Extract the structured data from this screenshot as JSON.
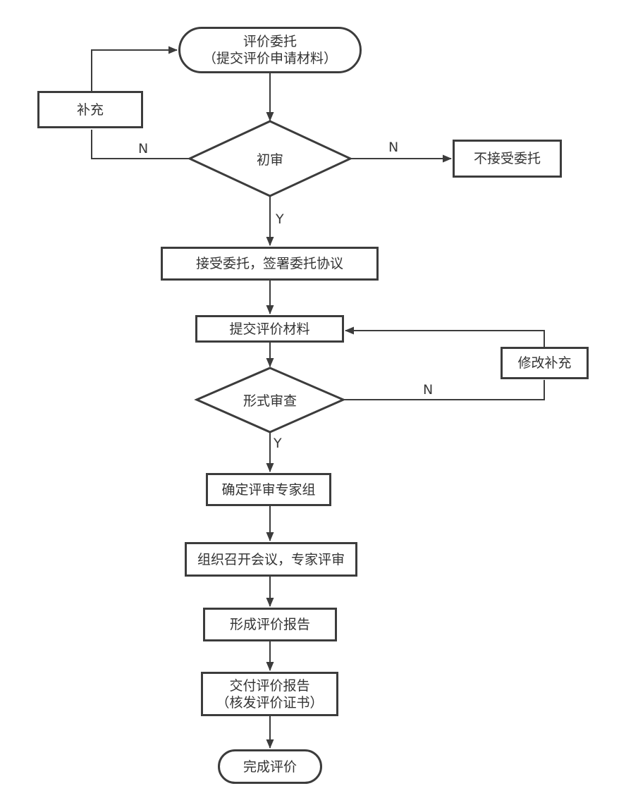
{
  "diagram": {
    "nodes": {
      "start": {
        "type": "terminator",
        "lines": [
          "评价委托",
          "（提交评价申请材料）"
        ]
      },
      "supplement": {
        "type": "process",
        "label": "补充"
      },
      "preliminary_review": {
        "type": "decision",
        "label": "初审"
      },
      "reject": {
        "type": "process",
        "label": "不接受委托"
      },
      "accept": {
        "type": "process",
        "label": "接受委托，签署委托协议"
      },
      "submit_materials": {
        "type": "process",
        "label": "提交评价材料"
      },
      "revise": {
        "type": "process",
        "label": "修改补充"
      },
      "formal_review": {
        "type": "decision",
        "label": "形式审查"
      },
      "expert_group": {
        "type": "process",
        "label": "确定评审专家组"
      },
      "meeting": {
        "type": "process",
        "label": "组织召开会议，专家评审"
      },
      "report": {
        "type": "process",
        "label": "形成评价报告"
      },
      "deliver": {
        "type": "process",
        "lines": [
          "交付评价报告",
          "（核发评价证书）"
        ]
      },
      "end": {
        "type": "terminator",
        "label": "完成评价"
      }
    },
    "edge_labels": {
      "preliminary_no_left": "N",
      "preliminary_no_right": "N",
      "preliminary_yes": "Y",
      "formal_no": "N",
      "formal_yes": "Y"
    },
    "colors": {
      "line": "#3c3c3c",
      "text": "#333333",
      "background": "#ffffff"
    }
  }
}
